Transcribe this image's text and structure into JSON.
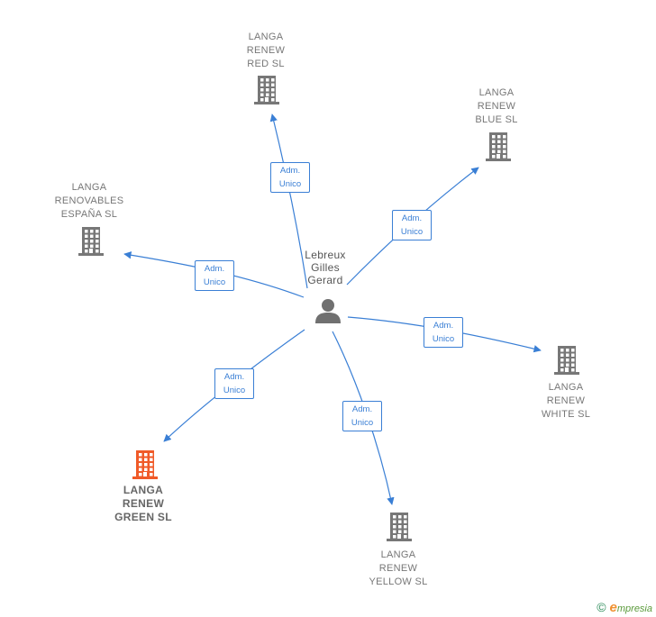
{
  "center": {
    "name": "Lebreux\nGilles\nGerard",
    "icon": "person-icon"
  },
  "companies": [
    {
      "id": "red",
      "name": "LANGA\nRENEW\nRED  SL",
      "icon": "building-icon",
      "color": "#777777"
    },
    {
      "id": "blue",
      "name": "LANGA\nRENEW\nBLUE  SL",
      "icon": "building-icon",
      "color": "#777777"
    },
    {
      "id": "renovables",
      "name": "LANGA\nRENOVABLES\nESPAÑA  SL",
      "icon": "building-icon",
      "color": "#777777"
    },
    {
      "id": "white",
      "name": "LANGA\nRENEW\nWHITE  SL",
      "icon": "building-icon",
      "color": "#777777"
    },
    {
      "id": "green",
      "name": "LANGA\nRENEW\nGREEN  SL",
      "icon": "building-icon",
      "color": "#f05a28"
    },
    {
      "id": "yellow",
      "name": "LANGA\nRENEW\nYELLOW  SL",
      "icon": "building-icon",
      "color": "#777777"
    }
  ],
  "edges": [
    {
      "to": "red",
      "label": "Adm.\nUnico"
    },
    {
      "to": "blue",
      "label": "Adm.\nUnico"
    },
    {
      "to": "renovables",
      "label": "Adm.\nUnico"
    },
    {
      "to": "white",
      "label": "Adm.\nUnico"
    },
    {
      "to": "green",
      "label": "Adm.\nUnico"
    },
    {
      "to": "yellow",
      "label": "Adm.\nUnico"
    }
  ],
  "edge_color": "#3a7fd5",
  "footer": {
    "copyright": "©",
    "brand_initial": "e",
    "brand_rest": "mpresia"
  }
}
